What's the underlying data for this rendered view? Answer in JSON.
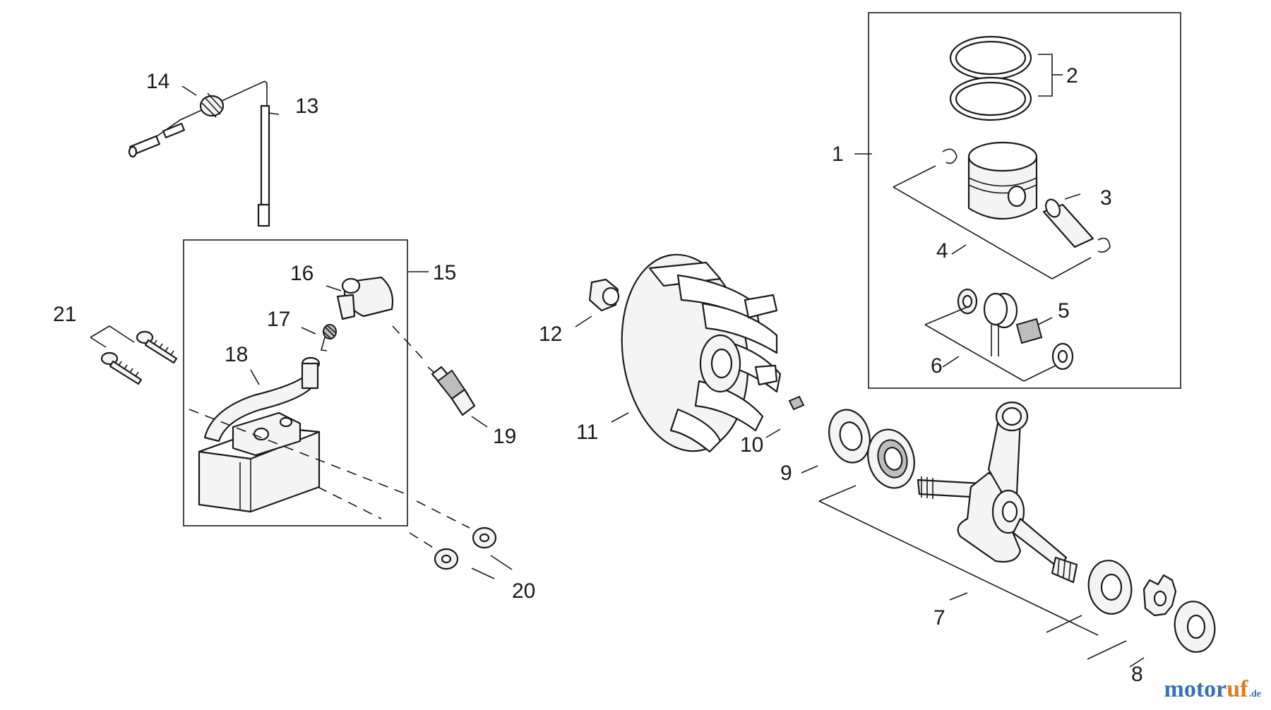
{
  "callouts": {
    "c1": "1",
    "c2": "2",
    "c3": "3",
    "c4": "4",
    "c5": "5",
    "c6": "6",
    "c7": "7",
    "c8": "8",
    "c9": "9",
    "c10": "10",
    "c11": "11",
    "c12": "12",
    "c13": "13",
    "c14": "14",
    "c15": "15",
    "c16": "16",
    "c17": "17",
    "c18": "18",
    "c19": "19",
    "c20": "20",
    "c21": "21"
  },
  "watermark": {
    "part1": "motor",
    "part2": "uf",
    "part3": ".de"
  }
}
